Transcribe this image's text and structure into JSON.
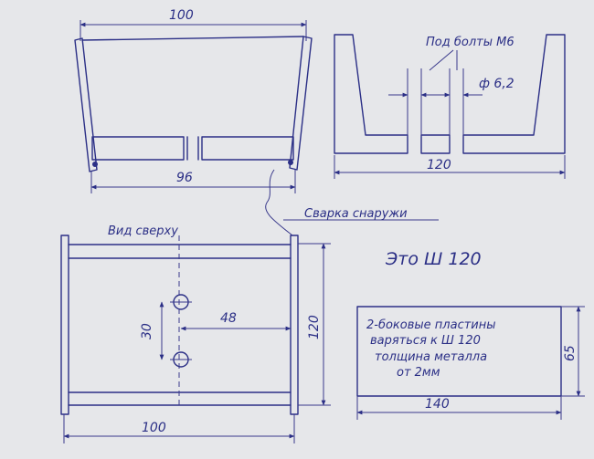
{
  "labels": {
    "dim_top_width": "100",
    "dim_bottom_width": "96",
    "bolts_note": "Под болты М6",
    "hole_diameter": "ф 6,2",
    "dim_channel_width": "120",
    "weld_note": "Сварка снаружи",
    "top_view_title": "Вид сверху",
    "channel_note": "Это Ш 120",
    "dim_hole_spacing": "30",
    "dim_hole_offset": "48",
    "dim_top_view_height": "120",
    "dim_top_view_width": "100",
    "plate_note_line1": "2-боковые пластины",
    "plate_note_line2": "варяться к Ш 120",
    "plate_note_line3": "толщина металла",
    "plate_note_line4": "от 2мм",
    "dim_plate_height": "65",
    "dim_plate_width": "140"
  },
  "colors": {
    "paper": "#e6e7ea",
    "ink": "#2b2f86"
  }
}
